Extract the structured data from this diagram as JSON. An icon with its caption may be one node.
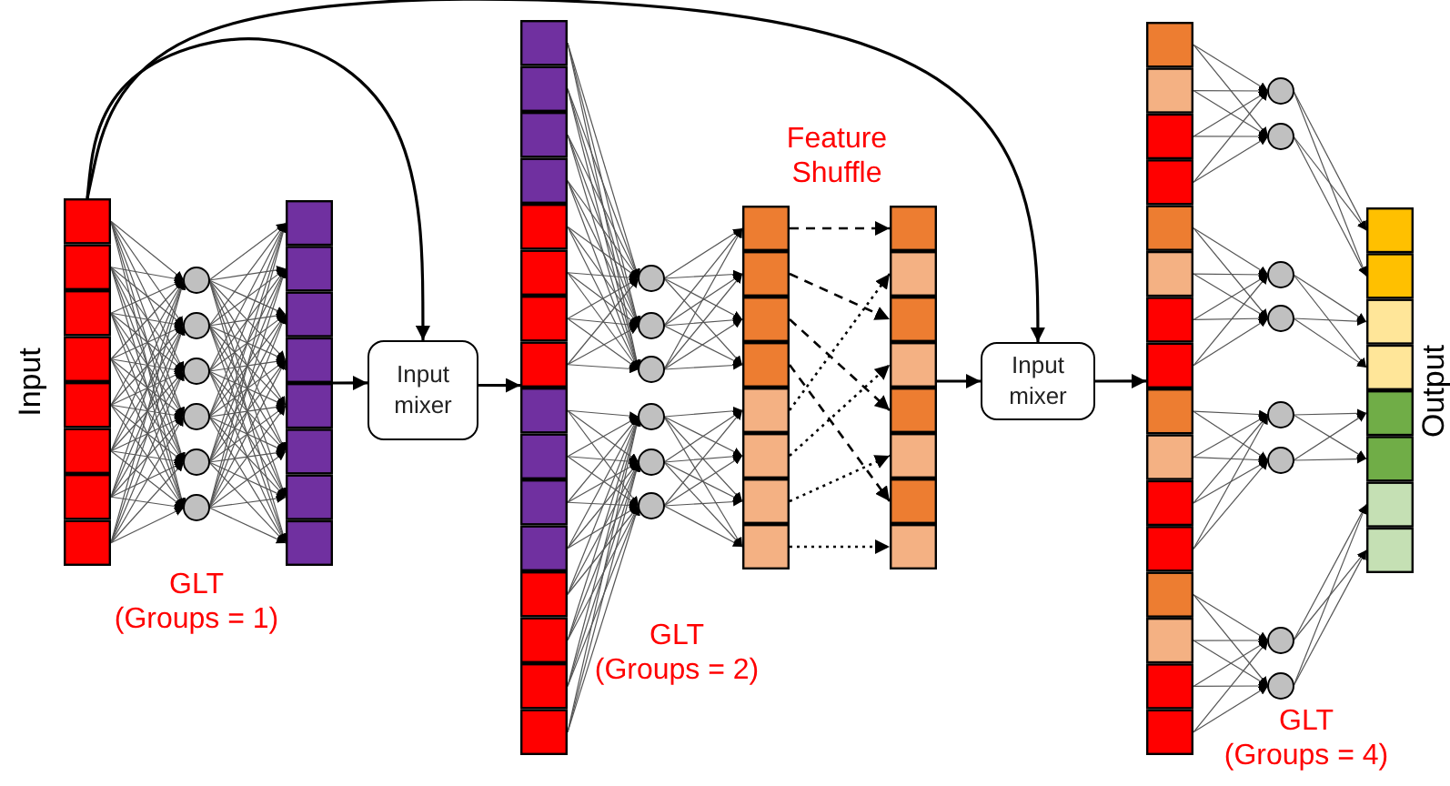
{
  "diagram": {
    "nodes": [
      {
        "text": [],
        "shape": "bar",
        "beside": [
          "Input"
        ]
      },
      {
        "text": [],
        "shape": "bar"
      },
      {
        "text": [
          "Input mixer"
        ]
      },
      {
        "text": [],
        "shape": "bar"
      },
      {
        "text": [],
        "shape": "bar"
      },
      {
        "text": [],
        "shape": "bar"
      },
      {
        "text": [
          "Input mixer"
        ]
      },
      {
        "text": [],
        "shape": "bar"
      },
      {
        "text": [],
        "shape": "bar",
        "beside": [
          "Output"
        ]
      }
    ],
    "edges": [
      {
        "from": 0,
        "to": 2,
        "arrow": "to"
      },
      {
        "from": 1,
        "to": 2,
        "arrow": "to"
      },
      {
        "from": 2,
        "to": 3,
        "arrow": "to"
      },
      {
        "from": 0,
        "to": 6,
        "arrow": "to"
      },
      {
        "from": 5,
        "to": 6,
        "arrow": "to"
      },
      {
        "from": 6,
        "to": 7,
        "arrow": "to"
      },
      {
        "from": 4,
        "to": 5,
        "arrow": "to",
        "style": "dashed"
      },
      {
        "from": 4,
        "to": 5,
        "arrow": "to",
        "style": "dashed"
      },
      {
        "from": 4,
        "to": 5,
        "arrow": "to",
        "style": "dashed"
      },
      {
        "from": 4,
        "to": 5,
        "arrow": "to",
        "style": "dashed"
      },
      {
        "from": 4,
        "to": 5,
        "arrow": "to",
        "style": "dashed"
      },
      {
        "from": 4,
        "to": 5,
        "arrow": "to",
        "style": "dashed"
      },
      {
        "from": 4,
        "to": 5,
        "arrow": "to",
        "style": "dashed"
      },
      {
        "from": 4,
        "to": 5,
        "arrow": "to",
        "style": "dashed"
      }
    ],
    "labels": [
      "GLT (Groups = 1)",
      "Feature Shuffle",
      "GLT (Groups = 2)",
      "GLT (Groups = 4)"
    ]
  }
}
